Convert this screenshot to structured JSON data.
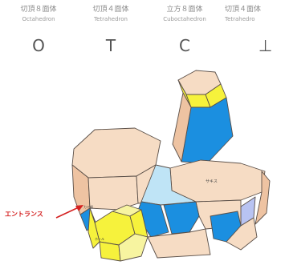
{
  "legend": [
    {
      "jp": "切頂８面体",
      "en": "Octahedron",
      "letter": "O"
    },
    {
      "jp": "切頂４面体",
      "en": "Tetrahedron",
      "letter": "T"
    },
    {
      "jp": "立方８面体",
      "en": "Cuboctahedron",
      "letter": "C"
    },
    {
      "jp": "切頂４面体",
      "en": "Tetrahedro",
      "letter": "⊥"
    }
  ],
  "labels": {
    "entrance": "エントランス",
    "top_face": "サキス",
    "small_a": "カド部",
    "small_b": "ホール"
  },
  "colors": {
    "peach": "#f6dcc4",
    "peach_dark": "#eec3a2",
    "yellow": "#f6f23c",
    "yellow_light": "#f7f4a0",
    "blue": "#1b8fe0",
    "blue_light": "#bfe4f6",
    "periwinkle": "#b8c3f2",
    "outline": "#5a4f48",
    "arrow": "#d42020"
  }
}
